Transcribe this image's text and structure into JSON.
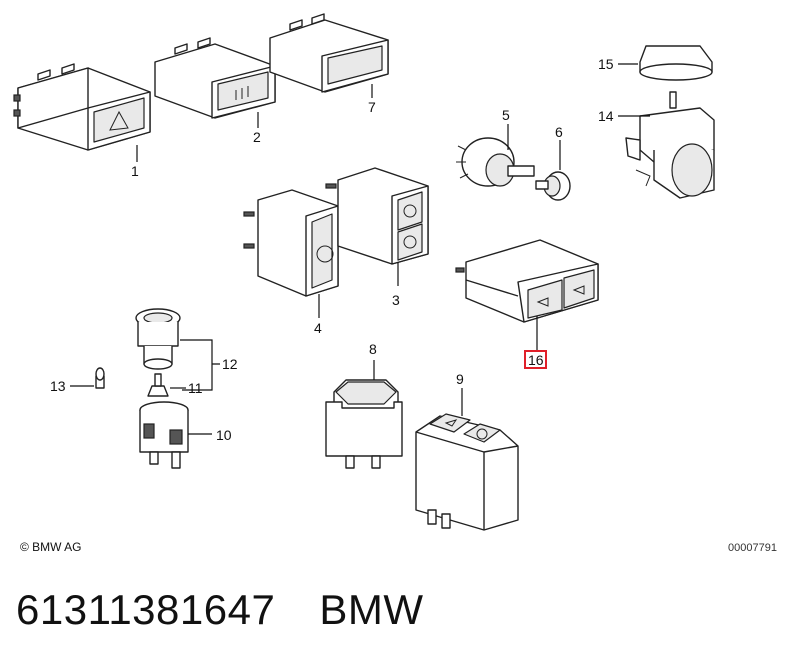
{
  "callouts": {
    "c1": "1",
    "c2": "2",
    "c3": "3",
    "c4": "4",
    "c5": "5",
    "c6": "6",
    "c7": "7",
    "c8": "8",
    "c9": "9",
    "c10": "10",
    "c11": "11",
    "c12": "12",
    "c13": "13",
    "c14": "14",
    "c15": "15",
    "c16": "16"
  },
  "highlight_color": "#e0202a",
  "copyright": "© BMW AG",
  "document_number": "00007791",
  "footer": {
    "part_number": "61311381647",
    "brand": "BMW"
  }
}
